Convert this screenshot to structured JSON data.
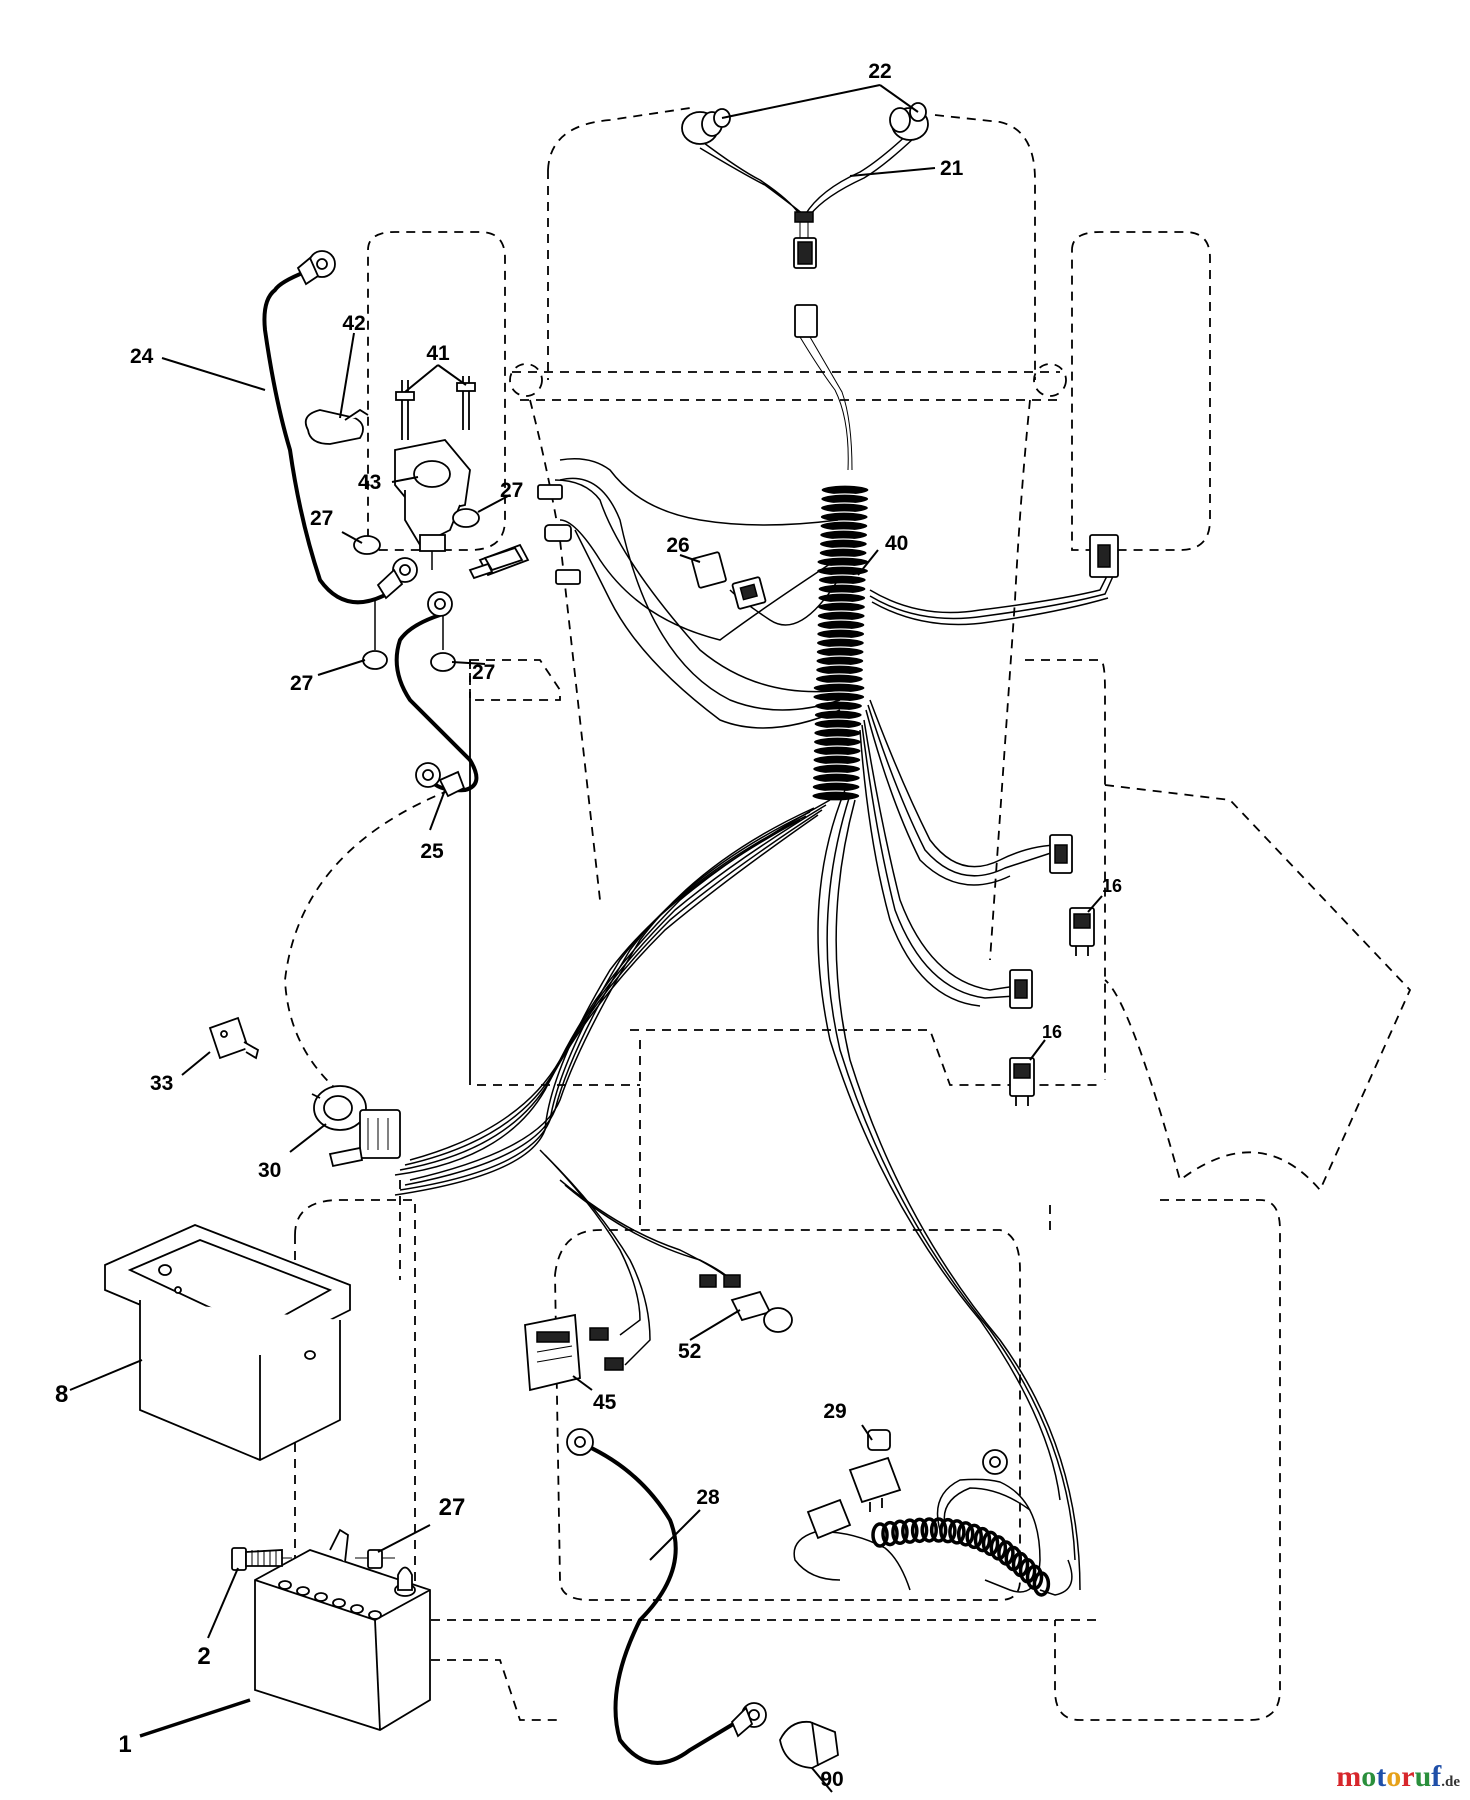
{
  "diagram": {
    "callouts": [
      {
        "id": "c22",
        "text": "22"
      },
      {
        "id": "c21",
        "text": "21"
      },
      {
        "id": "c42",
        "text": "42"
      },
      {
        "id": "c24",
        "text": "24"
      },
      {
        "id": "c41",
        "text": "41"
      },
      {
        "id": "c43",
        "text": "43"
      },
      {
        "id": "c27a",
        "text": "27"
      },
      {
        "id": "c27b",
        "text": "27"
      },
      {
        "id": "c27c",
        "text": "27"
      },
      {
        "id": "c27d",
        "text": "27"
      },
      {
        "id": "c26",
        "text": "26"
      },
      {
        "id": "c40",
        "text": "40"
      },
      {
        "id": "c25",
        "text": "25"
      },
      {
        "id": "c16a",
        "text": "16"
      },
      {
        "id": "c16b",
        "text": "16"
      },
      {
        "id": "c33",
        "text": "33"
      },
      {
        "id": "c30",
        "text": "30"
      },
      {
        "id": "c8",
        "text": "8"
      },
      {
        "id": "c45",
        "text": "45"
      },
      {
        "id": "c52",
        "text": "52"
      },
      {
        "id": "c29",
        "text": "29"
      },
      {
        "id": "c28",
        "text": "28"
      },
      {
        "id": "c27e",
        "text": "27"
      },
      {
        "id": "c2",
        "text": "2"
      },
      {
        "id": "c1",
        "text": "1"
      },
      {
        "id": "c90",
        "text": "90"
      }
    ]
  },
  "watermark": {
    "name": "motoruf",
    "suffix": ".de",
    "colors": [
      "#d7262b",
      "#2a8f3c",
      "#1f4fa8",
      "#e6a11a"
    ]
  }
}
